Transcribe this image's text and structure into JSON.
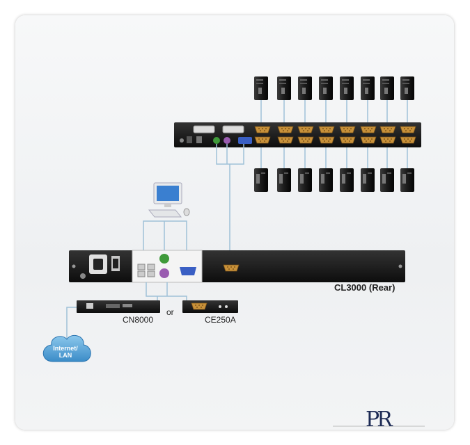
{
  "device": {
    "name": "CL3000 (Rear)"
  },
  "remote_options": {
    "left": "CN8000",
    "separator": "or",
    "right": "CE250A"
  },
  "network": {
    "cloud_label_line1": "Internet/",
    "cloud_label_line2": "LAN"
  },
  "colors": {
    "cable": "#9fc1d8",
    "port_gold": "#c8913a",
    "device_body": "#1a1a1a",
    "vga_blue": "#3a5fc4",
    "ps2_green": "#3f9a3a",
    "ps2_purple": "#9a5cb0",
    "cloud": "#5aa5d8"
  },
  "watermark": "PR"
}
